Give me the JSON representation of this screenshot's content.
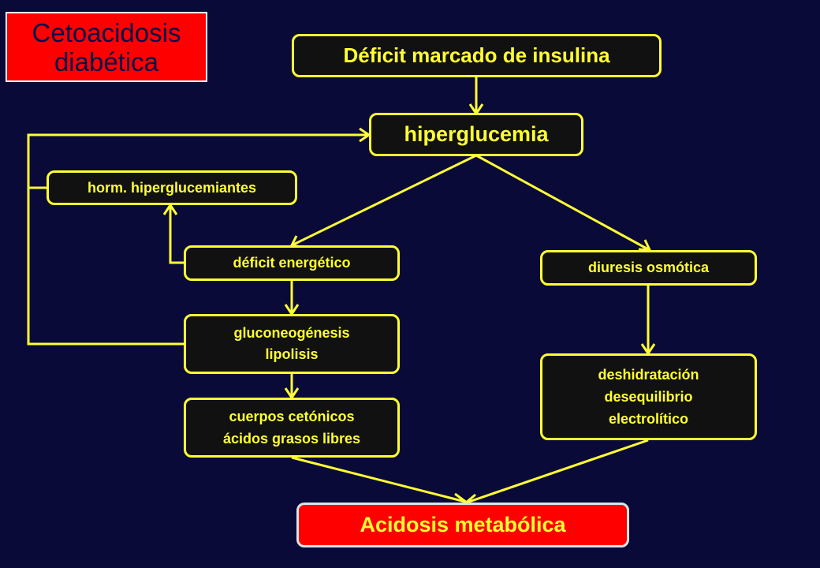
{
  "title": "Cetoacidosis\ndiabética",
  "nodes": {
    "deficit_insulina": "Déficit  marcado de insulina",
    "hiperglucemia": "hiperglucemia",
    "horm_hiperglucemiantes": "horm. hiperglucemiantes",
    "deficit_energetico": "déficit energético",
    "diuresis_osmotica": "diuresis osmótica",
    "gluconeogenesis": "gluconeogénesis\nlipolisis",
    "deshidratacion": "deshidratación\ndesequilibrio\nelectrolítico",
    "cuerpos_cetonicos": "cuerpos  cetónicos\nácidos grasos libres",
    "acidosis": "Acidosis metabólica"
  },
  "colors": {
    "background": "#0a0a38",
    "accent_yellow": "#ffff33",
    "box_dark": "#111111",
    "highlight_red": "#ff0000",
    "title_text": "#00104a"
  }
}
